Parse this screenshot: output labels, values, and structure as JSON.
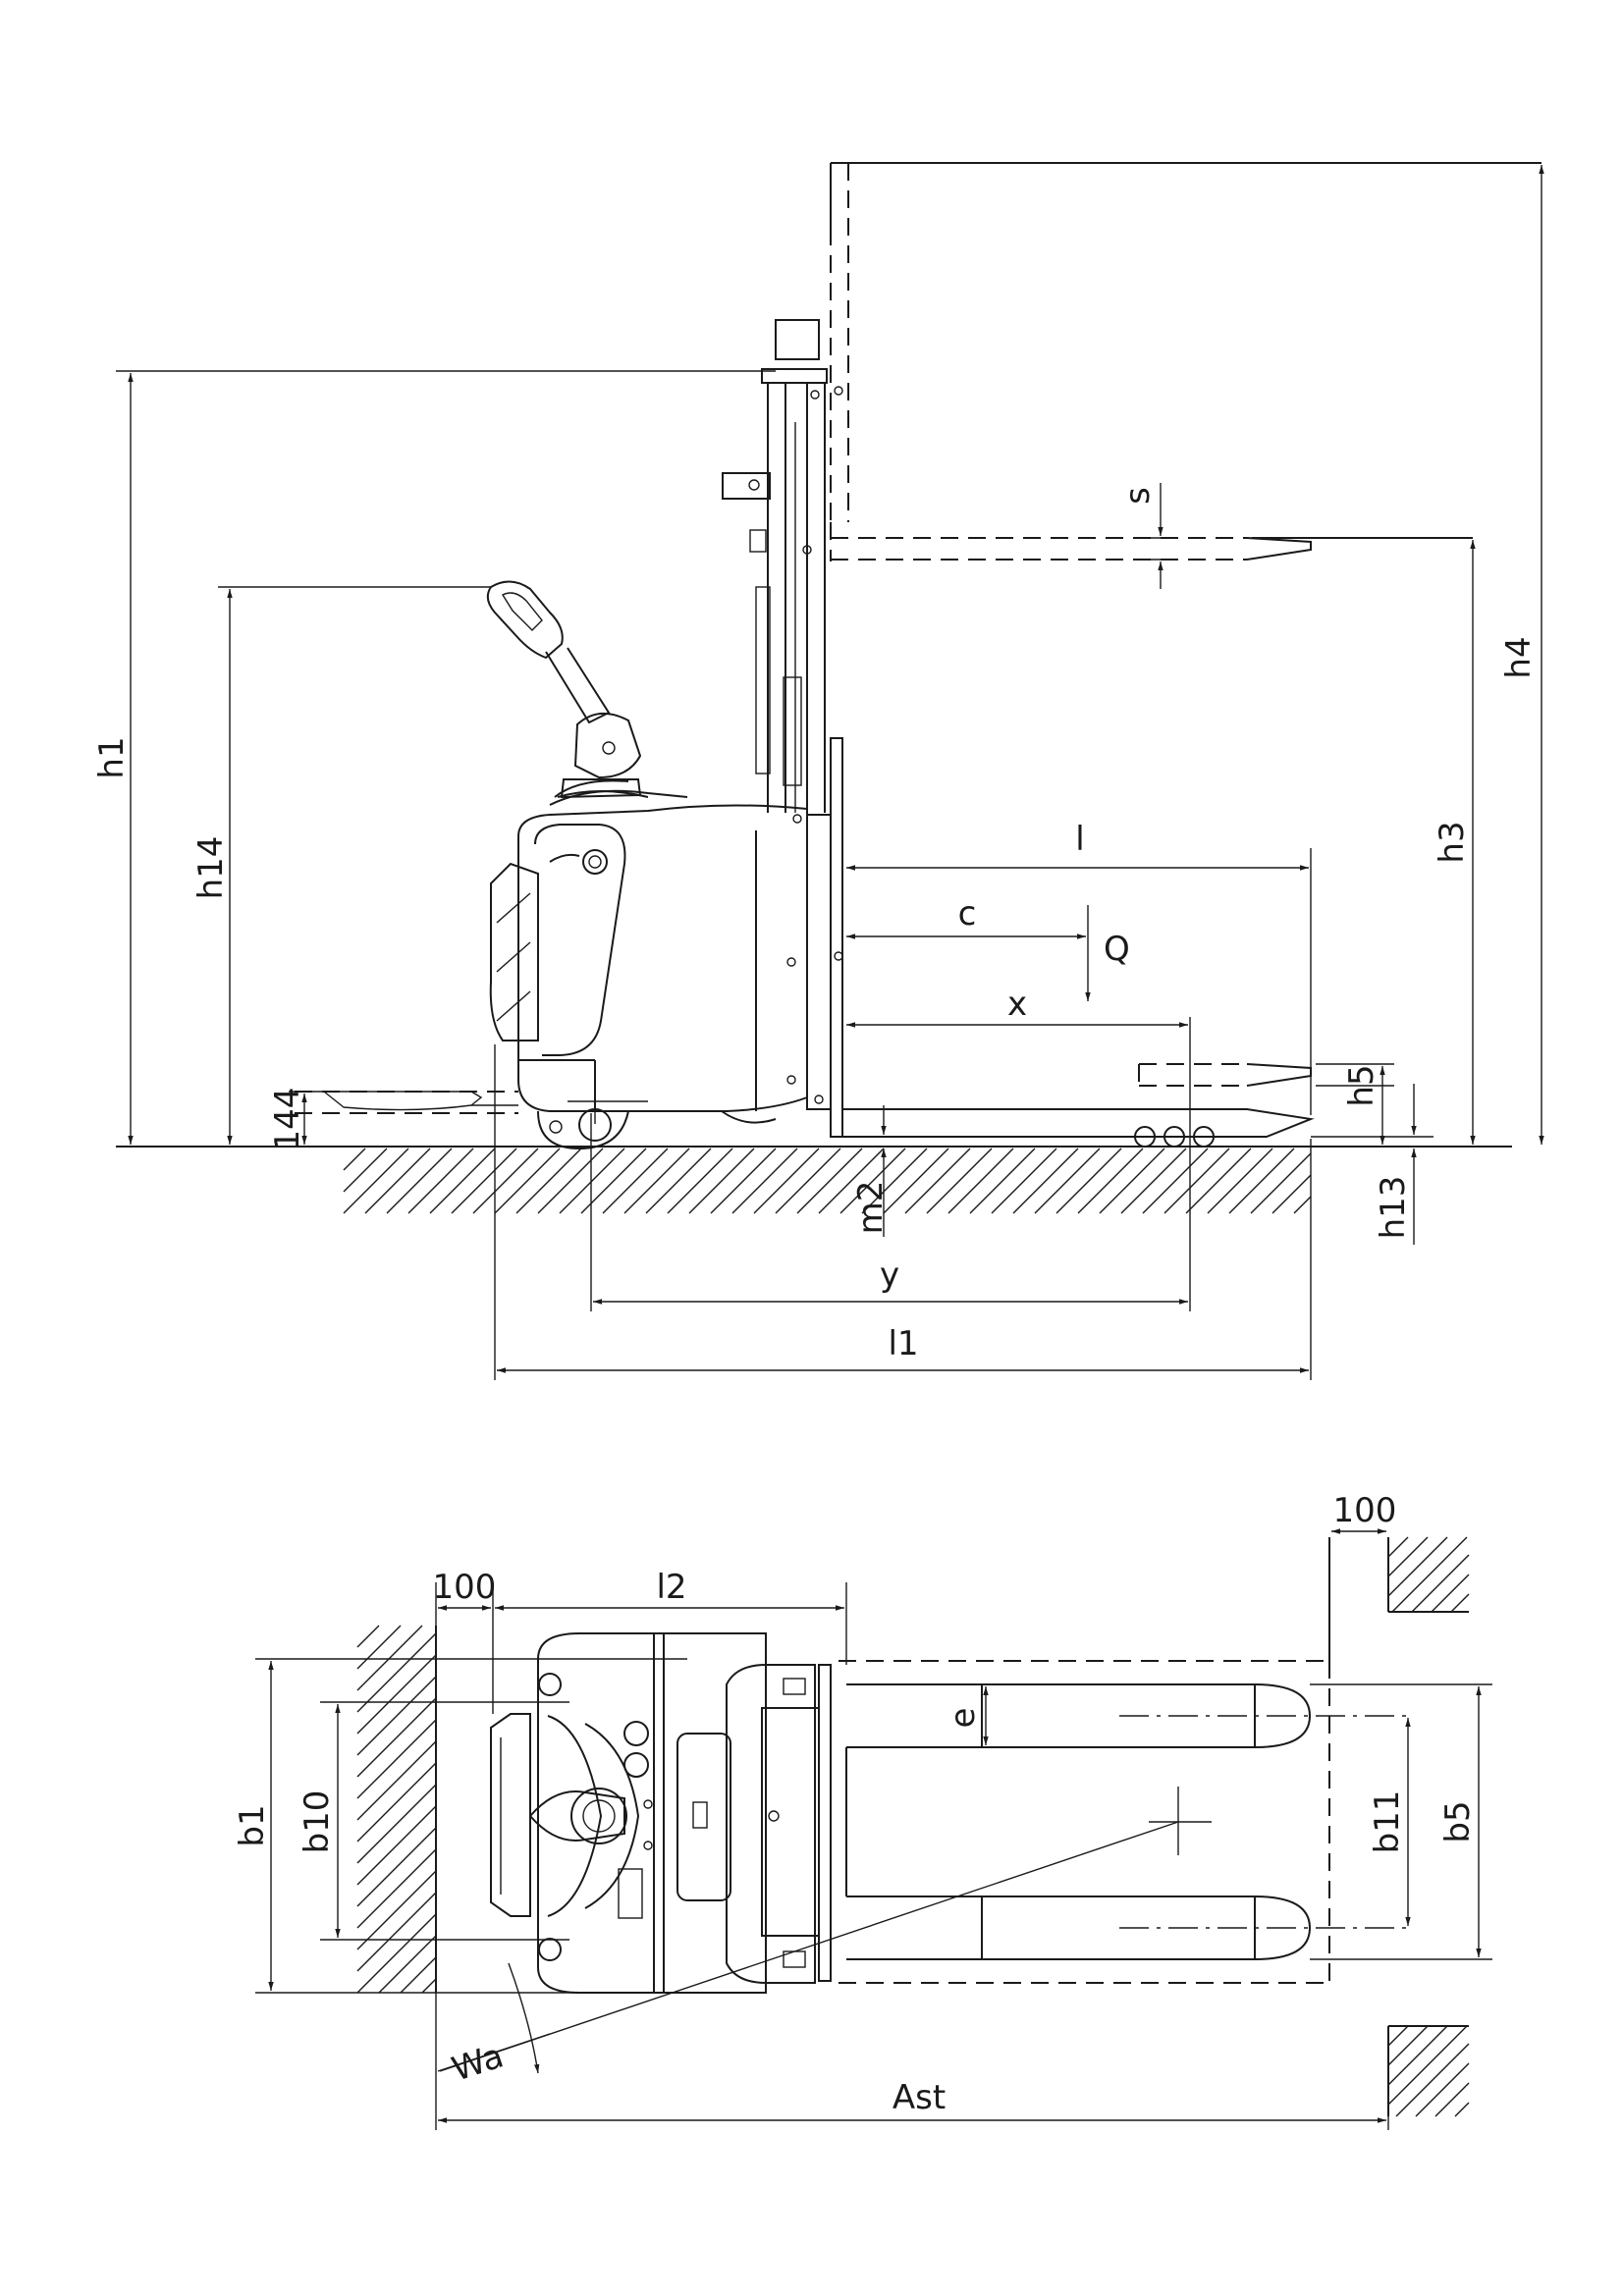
{
  "side_view": {
    "labels": {
      "h1": "h1",
      "h14": "h14",
      "h3": "h3",
      "h4": "h4",
      "h5": "h5",
      "h13": "h13",
      "m2": "m2",
      "s": "s",
      "l": "l",
      "c": "c",
      "q": "Q",
      "x": "x",
      "y": "y",
      "l1": "l1",
      "v144": "144"
    }
  },
  "top_view": {
    "labels": {
      "v100_left": "100",
      "l2": "l2",
      "v100_right": "100",
      "b1": "b1",
      "b10": "b10",
      "e": "e",
      "b11": "b11",
      "b5": "b5",
      "wa": "Wa",
      "ast": "Ast"
    }
  }
}
